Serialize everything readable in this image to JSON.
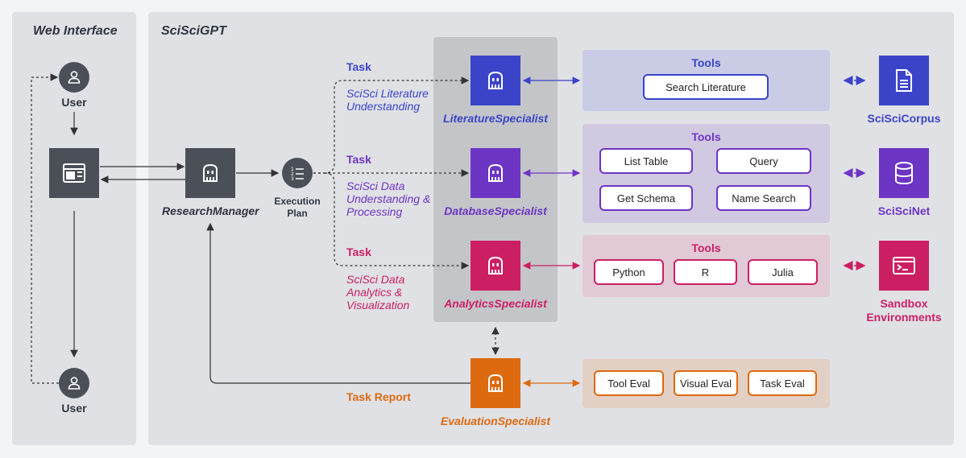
{
  "panels": {
    "web_title": "Web Interface",
    "sci_title": "SciSciGPT"
  },
  "web": {
    "user_top": "User",
    "user_bottom": "User"
  },
  "manager": {
    "label": "ResearchManager"
  },
  "plan": {
    "label": "Execution\nPlan"
  },
  "tasks": [
    {
      "title": "Task",
      "desc": "SciSci Literature\nUnderstanding"
    },
    {
      "title": "Task",
      "desc": "SciSci Data\nUnderstanding &\nProcessing"
    },
    {
      "title": "Task",
      "desc": "SciSci Data\nAnalytics &\nVisualization"
    }
  ],
  "specialists": {
    "literature": "LiteratureSpecialist",
    "database": "DatabaseSpecialist",
    "analytics": "AnalyticsSpecialist",
    "evaluation": "EvaluationSpecialist"
  },
  "tools": {
    "literature": {
      "title": "Tools",
      "items": [
        "Search Literature"
      ]
    },
    "database": {
      "title": "Tools",
      "items": [
        "List Table",
        "Query",
        "Get Schema",
        "Name Search"
      ]
    },
    "analytics": {
      "title": "Tools",
      "items": [
        "Python",
        "R",
        "Julia"
      ]
    },
    "evaluation": {
      "items": [
        "Tool Eval",
        "Visual Eval",
        "Task Eval"
      ]
    }
  },
  "resources": {
    "corpus": "SciSciCorpus",
    "net": "SciSciNet",
    "sandbox": "Sandbox\nEnvironments"
  },
  "report": {
    "label": "Task Report"
  },
  "colors": {
    "literature": "#3b44c9",
    "database": "#6c35c4",
    "analytics": "#cc1f63",
    "evaluation": "#de6a10",
    "dark": "#4a4f58"
  },
  "icons": {
    "user": "user-icon",
    "browser": "browser-window-icon",
    "agent": "robot-icon",
    "plan": "numbered-list-icon",
    "corpus": "document-icon",
    "net": "database-icon",
    "sandbox": "terminal-icon"
  }
}
